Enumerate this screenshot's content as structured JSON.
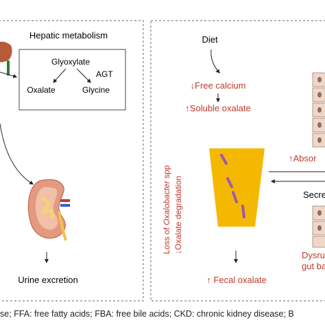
{
  "hepatic": {
    "title": "Hepatic metabolism",
    "glyoxylate": "Glyoxylate",
    "agt": "AGT",
    "oxalate": "Oxalate",
    "glycine": "Glycine",
    "urine": "Urine excretion"
  },
  "gut": {
    "diet": "Diet",
    "free_calcium": "↓Free calcium",
    "soluble_oxalate": "↑Soluble oxalate",
    "side_label_line1_prefix": "Loss of ",
    "side_label_line1_italic": "Oxalobacter",
    "side_label_line1_suffix": " spp",
    "side_label_line2": "↓Oxalate degradation",
    "absorption": "↑Absor",
    "secretion": "Secre",
    "dysruption_line1": "Dysru",
    "dysruption_line2": "gut ba",
    "fecal": "↑ Fecal oxalate"
  },
  "caption": "se; FFA: free fatty acids; FBA: free bile acids; CKD: chronic kidney disease; B",
  "colors": {
    "red_text": "#c0392b",
    "liver": "#b65a3a",
    "kidney": "#e29a80",
    "kidney_inner": "#f1c0a6",
    "cup_fill": "#f5b800",
    "bacteria": "#9b59b6",
    "cells": "#f1d7c8"
  }
}
